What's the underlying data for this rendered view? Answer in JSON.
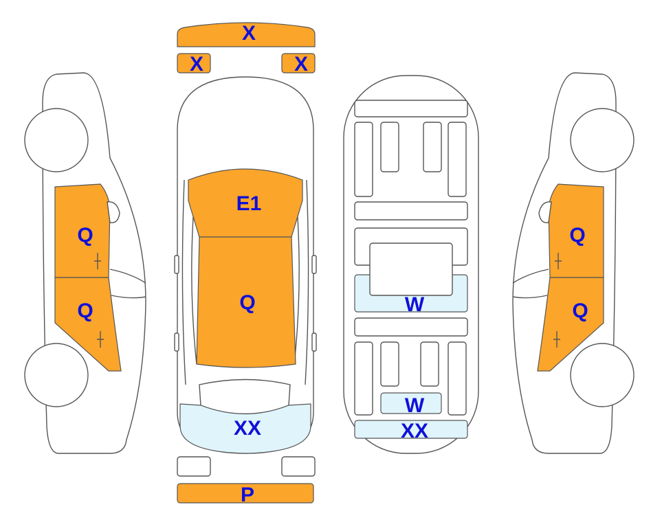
{
  "colors": {
    "orange": "#fba52b",
    "light_blue": "#dff4fb",
    "label": "#1010d8",
    "outline": "#555555"
  },
  "labels": {
    "front_bumper_top": "X",
    "front_left_small": "X",
    "front_right_small": "X",
    "hood": "E1",
    "roof": "Q",
    "rear_glass": "XX",
    "rear_bumper": "P",
    "left_front_door": "Q",
    "left_rear_door": "Q",
    "right_front_door": "Q",
    "right_rear_door": "Q",
    "floor_mid": "W",
    "floor_rear_small": "W",
    "floor_rear_strip": "XX"
  }
}
